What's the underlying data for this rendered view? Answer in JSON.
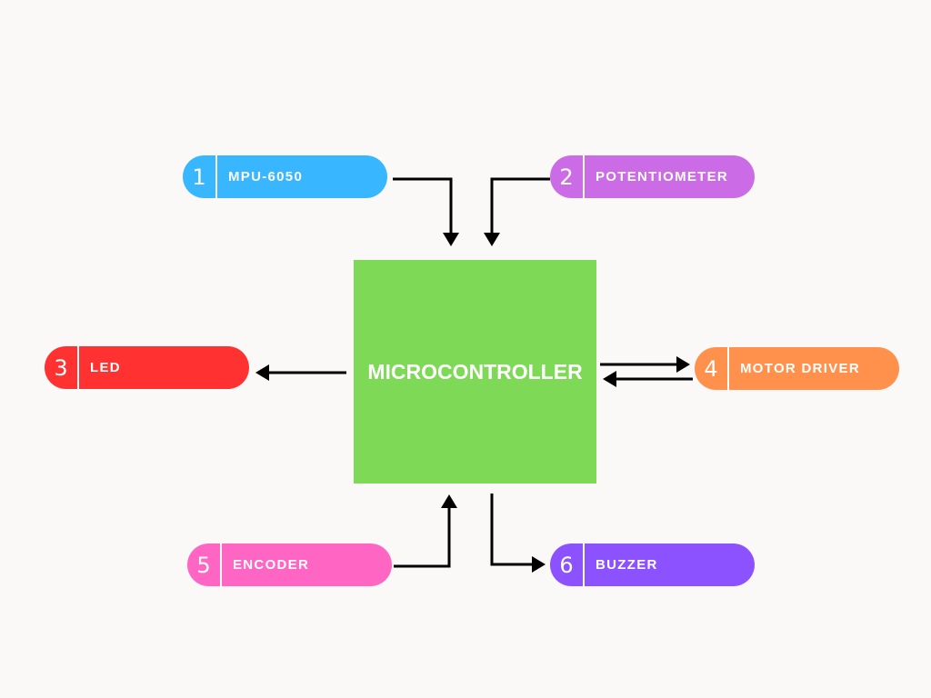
{
  "center": {
    "label": "MICROCONTROLLER",
    "color": "#7ed957"
  },
  "nodes": [
    {
      "number": "1",
      "label": "MPU-6050",
      "color": "#38b6ff"
    },
    {
      "number": "2",
      "label": "POTENTIOMETER",
      "color": "#cb6ce6"
    },
    {
      "number": "3",
      "label": "LED",
      "color": "#ff3131"
    },
    {
      "number": "4",
      "label": "MOTOR DRIVER",
      "color": "#ff914d"
    },
    {
      "number": "5",
      "label": "ENCODER",
      "color": "#ff66c4"
    },
    {
      "number": "6",
      "label": "BUZZER",
      "color": "#8c52ff"
    }
  ]
}
